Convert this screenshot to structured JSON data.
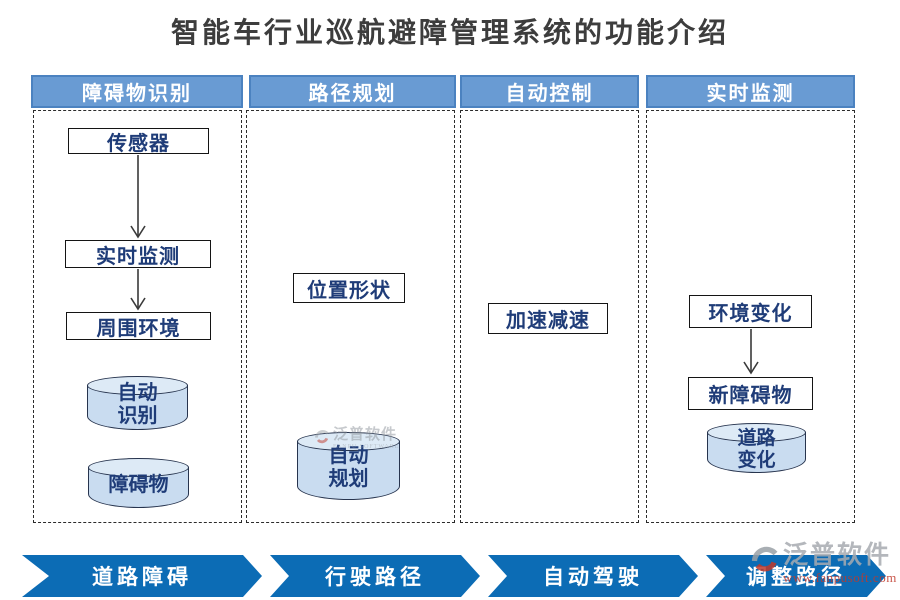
{
  "title": "智能车行业巡航避障管理系统的功能介绍",
  "columns": [
    {
      "header": "障碍物识别",
      "items": {
        "box1": "传感器",
        "box2": "实时监测",
        "box3": "周围环境",
        "cyl1": "自动识别",
        "cyl2": "障碍物"
      }
    },
    {
      "header": "路径规划",
      "items": {
        "box1": "位置形状",
        "cyl1": "自动规划"
      }
    },
    {
      "header": "自动控制",
      "items": {
        "box1": "加速减速"
      }
    },
    {
      "header": "实时监测",
      "items": {
        "box1": "环境变化",
        "box2": "新障碍物",
        "cyl1": "道路变化"
      }
    }
  ],
  "process_arrows": [
    {
      "label": "道路障碍"
    },
    {
      "label": "行驶路径"
    },
    {
      "label": "自动驾驶"
    },
    {
      "label": "调整路径"
    }
  ],
  "watermark": {
    "name": "泛普软件",
    "name_sub": "FANPU SOFTWARE",
    "url": "www.fanpusoft.com"
  },
  "colors": {
    "header_fill": "#699BD3",
    "header_border": "#4B82C0",
    "process_blue": "#0C6CB5",
    "cylinder_fill": "#C9DCF0",
    "box_text": "#1F3C78",
    "title_text": "#3d3d3d",
    "watermark_gray": "#a7abb1",
    "watermark_red": "#c0392b"
  }
}
